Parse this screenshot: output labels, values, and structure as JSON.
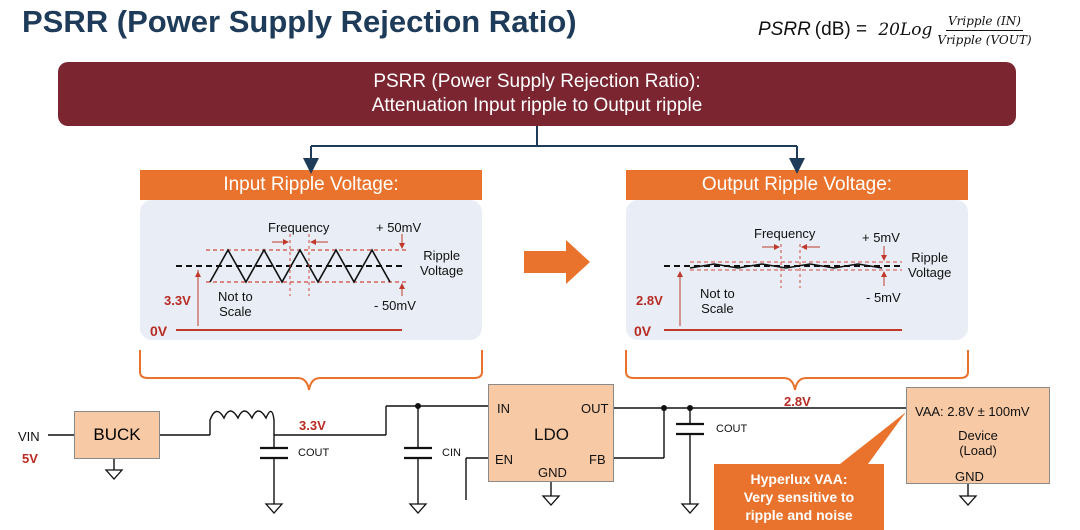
{
  "title": "PSRR (Power Supply Rejection Ratio)",
  "formula": {
    "lhs": "PSRR",
    "unit": "(dB) = ",
    "coef": "20Log",
    "numerator": "Vripple (IN)",
    "denominator": "Vripple (VOUT)"
  },
  "banner": {
    "line1": "PSRR (Power Supply Rejection Ratio):",
    "line2": "Attenuation Input ripple to Output ripple"
  },
  "input_panel": {
    "header": "Input Ripple Voltage:",
    "frequency": "Frequency",
    "plus": "+ 50mV",
    "minus": "- 50mV",
    "ripple1": "Ripple",
    "ripple2": "Voltage",
    "dc": "3.3V",
    "not_to": "Not to",
    "scale": "Scale",
    "zero": "0V"
  },
  "output_panel": {
    "header": "Output Ripple Voltage:",
    "frequency": "Frequency",
    "plus": "+ 5mV",
    "minus": "- 5mV",
    "ripple1": "Ripple",
    "ripple2": "Voltage",
    "dc": "2.8V",
    "not_to": "Not to",
    "scale": "Scale",
    "zero": "0V"
  },
  "circuit": {
    "vin": "VIN",
    "vin_value": "5V",
    "buck": "BUCK",
    "node_33": "3.3V",
    "cout1": "COUT",
    "cin": "CIN",
    "ldo": "LDO",
    "pin_in": "IN",
    "pin_out": "OUT",
    "pin_en": "EN",
    "pin_fb": "FB",
    "pin_gnd": "GND",
    "cout2": "COUT",
    "node_28": "2.8V",
    "vaa": "VAA: 2.8V ± 100mV",
    "device": "Device",
    "load": "(Load)",
    "device_gnd": "GND"
  },
  "callout": {
    "line1": "Hyperlux VAA:",
    "line2": "Very sensitive to",
    "line3": "ripple and noise"
  },
  "colors": {
    "banner": "#7b2530",
    "orange": "#e9732d",
    "navy": "#1f3b5a",
    "red": "#b82b23",
    "panel": "#e9eef6",
    "box": "#f7c9a5"
  }
}
